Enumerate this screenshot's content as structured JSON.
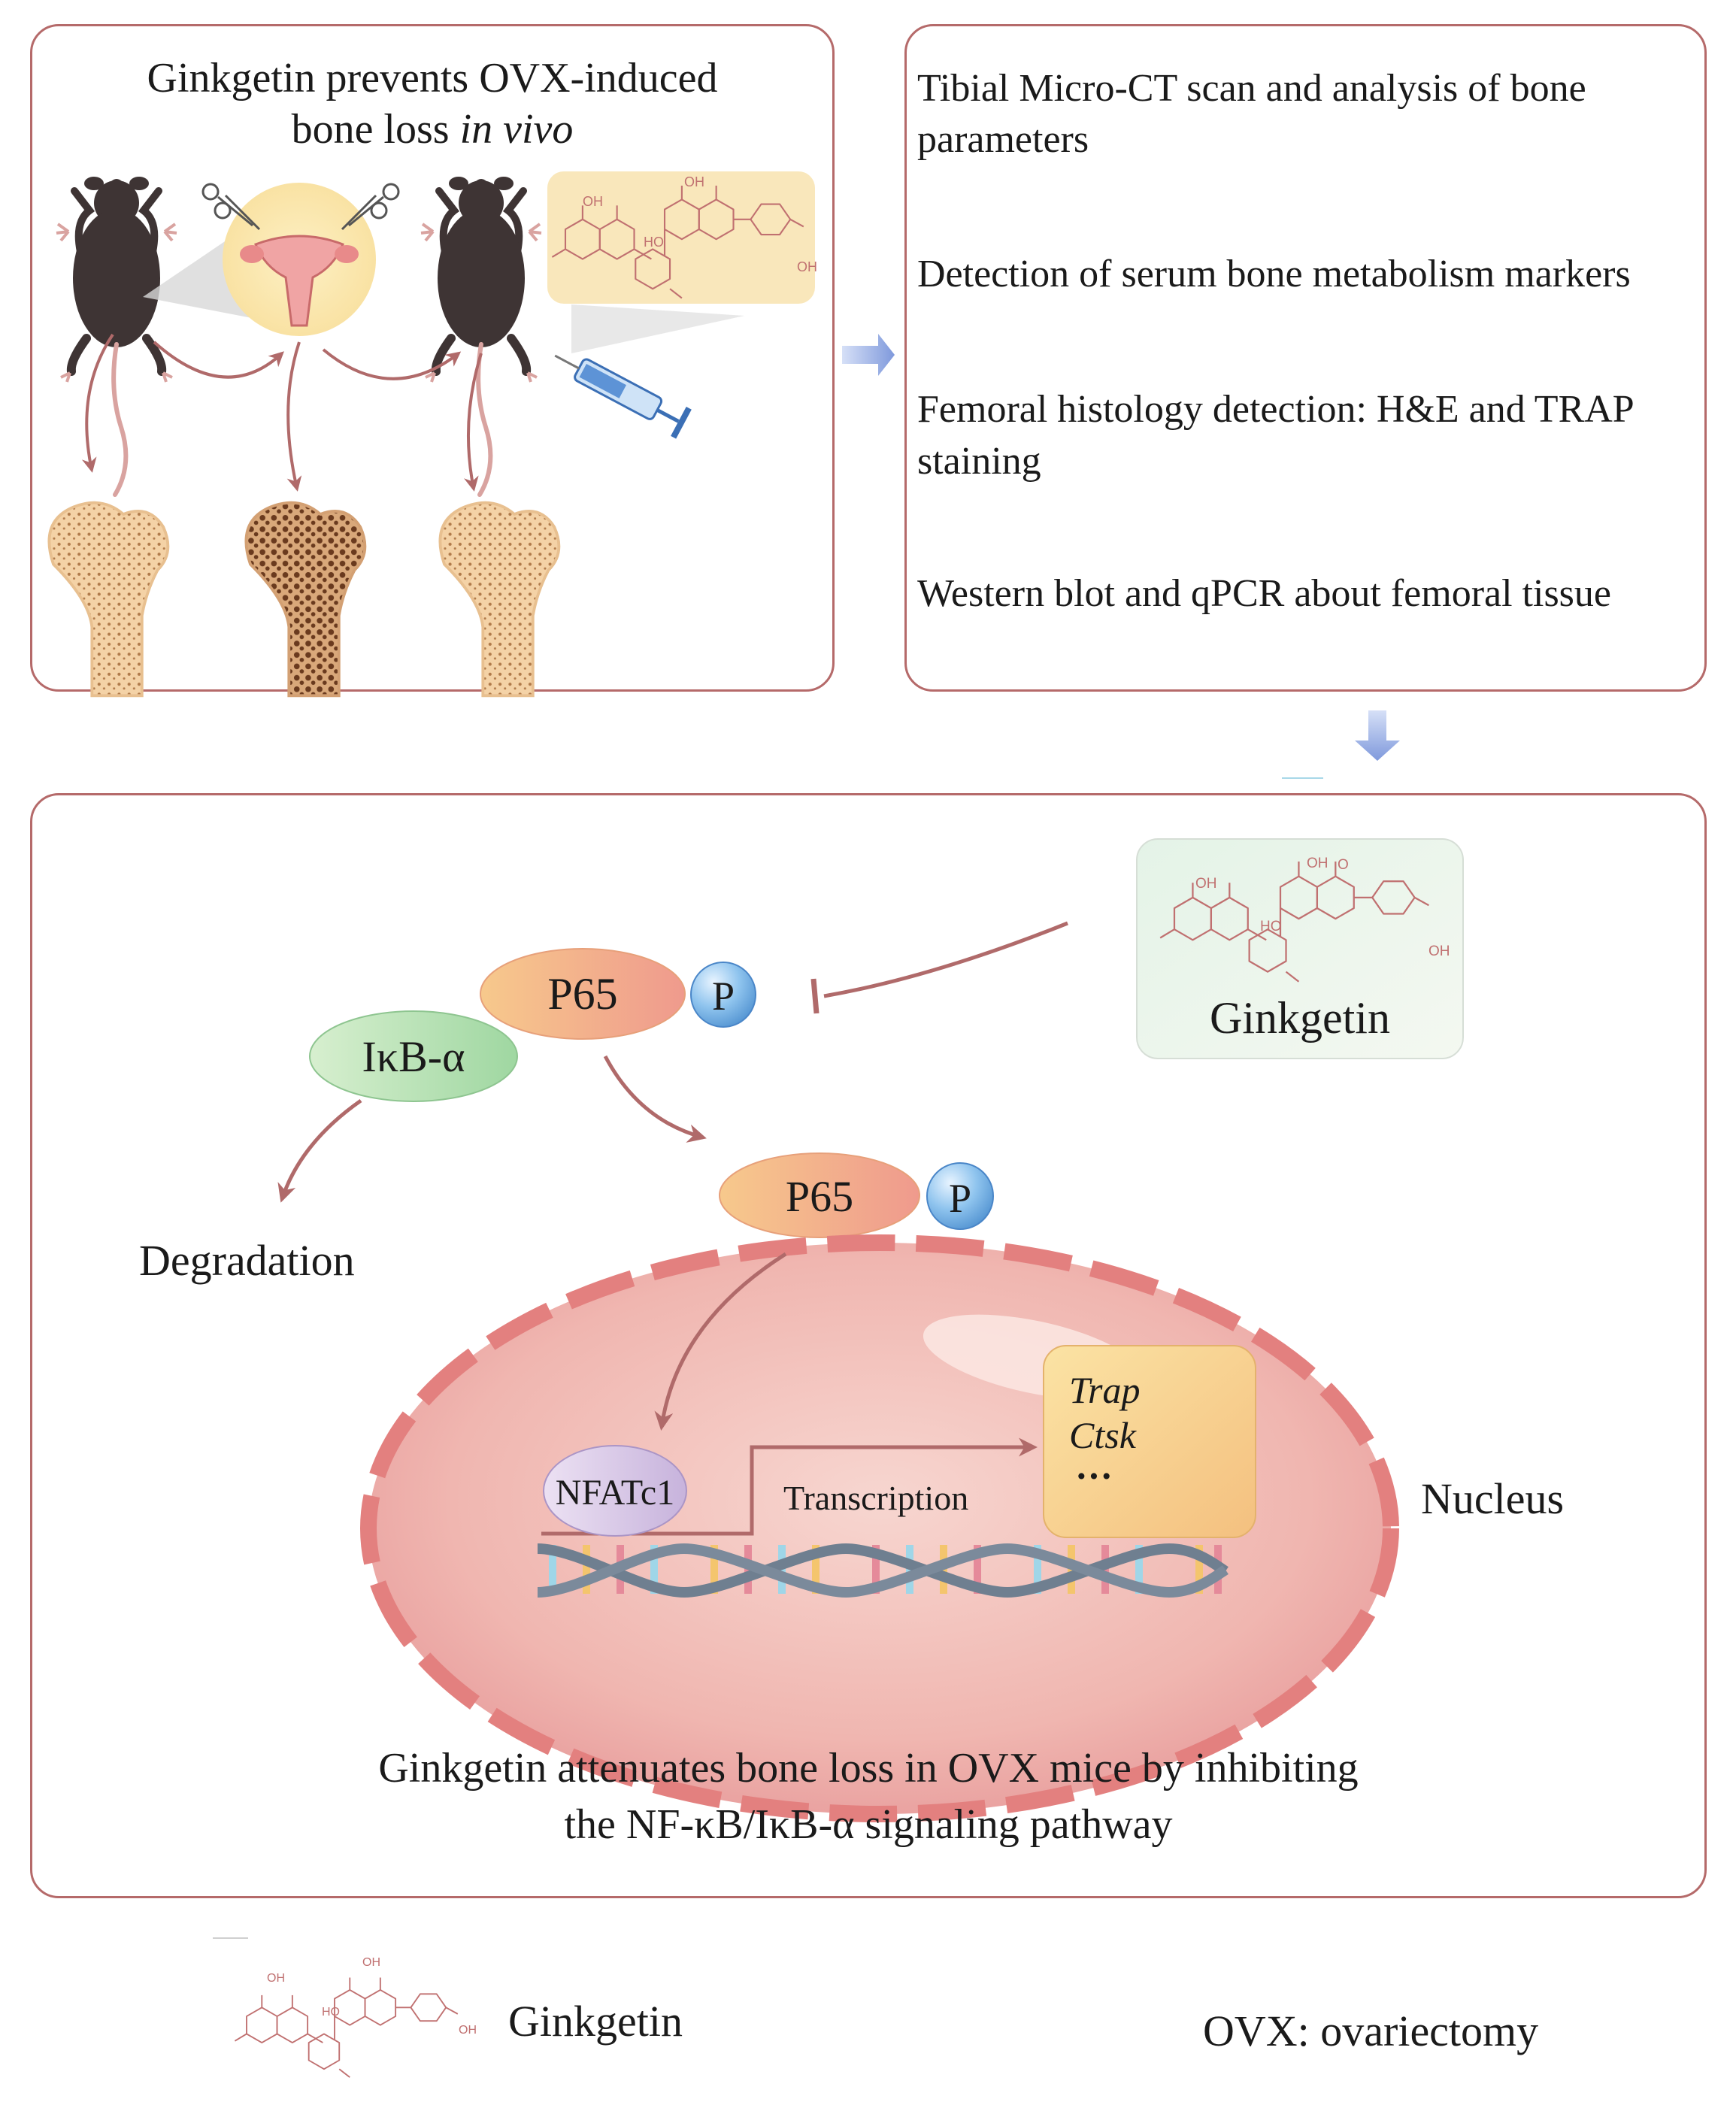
{
  "panel_invivo": {
    "title_line1": "Ginkgetin prevents OVX-induced",
    "title_line2_plain": "bone loss ",
    "title_line2_italic": "in vivo"
  },
  "panel_methods": {
    "items": [
      {
        "line1": "Tibial Micro-CT scan and analysis of bone",
        "line2": "parameters"
      },
      {
        "line1": "Detection of serum bone metabolism markers",
        "line2": ""
      },
      {
        "line1": "Femoral histology detection: H&E and TRAP",
        "line2": "staining"
      },
      {
        "line1": "Western blot and qPCR about femoral tissue",
        "line2": ""
      }
    ]
  },
  "pathway": {
    "p65": "P65",
    "p": "P",
    "ikba": "IκB-α",
    "degradation": "Degradation",
    "ginkgetin": "Ginkgetin",
    "nfatc1": "NFATc1",
    "transcription": "Transcription",
    "genes": [
      "Trap",
      "Ctsk",
      "···"
    ],
    "nucleus": "Nucleus",
    "chem_labels": {
      "oh": "OH",
      "o": "O",
      "ho": "HO"
    },
    "conclusion_line1": "Ginkgetin attenuates bone loss in OVX mice by inhibiting",
    "conclusion_line2": "the NF-κB/IκB-α signaling pathway"
  },
  "legend": {
    "ginkgetin": "Ginkgetin",
    "abbreviation": "OVX: ovariectomy"
  },
  "colors": {
    "border": "#b56a6a",
    "arrow": "#b06a6a",
    "structure": "#c07070",
    "flow_arrow": "#8fa6e0",
    "nucleus": "#eba3a3",
    "gene_box": "#f6cf87"
  }
}
